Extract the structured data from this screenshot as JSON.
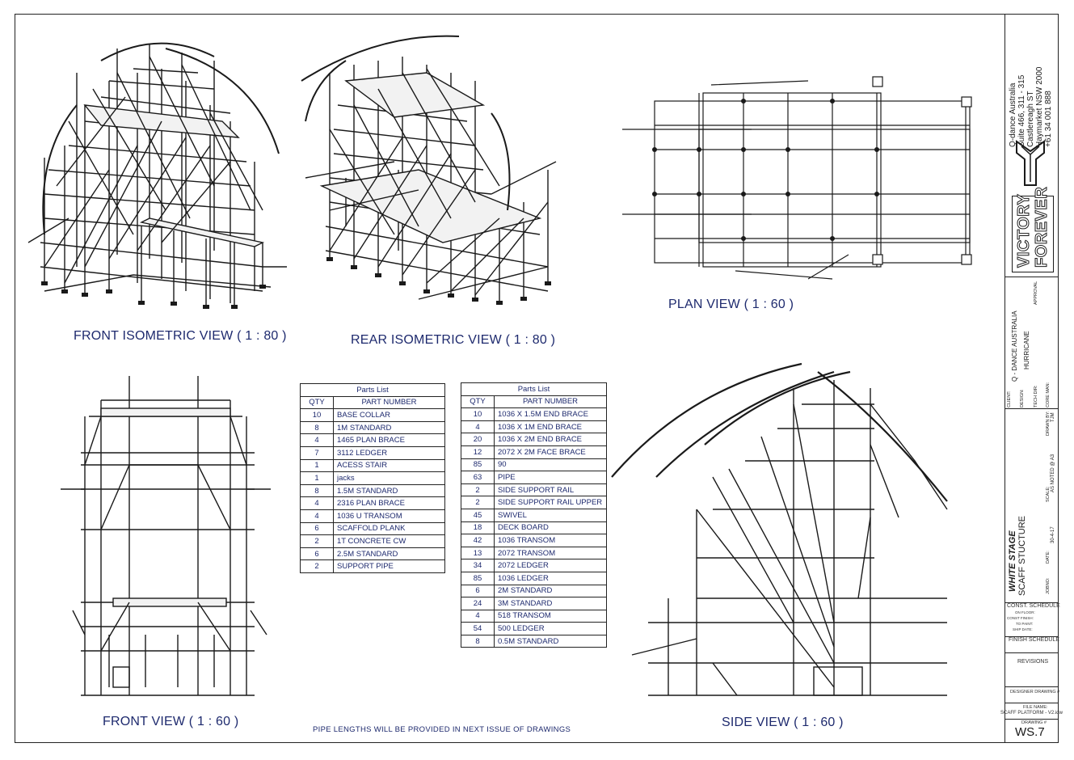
{
  "views": {
    "front_iso": "FRONT ISOMETRIC VIEW ( 1 : 80 )",
    "rear_iso": "REAR ISOMETRIC VIEW ( 1 : 80 )",
    "plan": "PLAN VIEW ( 1 : 60 )",
    "front": "FRONT VIEW ( 1 : 60 )",
    "side": "SIDE VIEW ( 1 : 60 )"
  },
  "note": "PIPE LENGTHS WILL BE PROVIDED IN NEXT ISSUE OF DRAWINGS",
  "parts_list_1": {
    "caption": "Parts List",
    "qty_header": "QTY",
    "part_header": "PART NUMBER",
    "rows": [
      {
        "qty": "10",
        "part": "BASE COLLAR"
      },
      {
        "qty": "8",
        "part": "1M STANDARD"
      },
      {
        "qty": "4",
        "part": "1465 PLAN BRACE"
      },
      {
        "qty": "7",
        "part": "3112 LEDGER"
      },
      {
        "qty": "1",
        "part": "ACESS STAIR"
      },
      {
        "qty": "1",
        "part": "jacks"
      },
      {
        "qty": "8",
        "part": "1.5M STANDARD"
      },
      {
        "qty": "4",
        "part": "2316 PLAN BRACE"
      },
      {
        "qty": "4",
        "part": "1036 U TRANSOM"
      },
      {
        "qty": "6",
        "part": "SCAFFOLD PLANK"
      },
      {
        "qty": "2",
        "part": "1T CONCRETE CW"
      },
      {
        "qty": "6",
        "part": "2.5M STANDARD"
      },
      {
        "qty": "2",
        "part": "SUPPORT PIPE"
      }
    ]
  },
  "parts_list_2": {
    "caption": "Parts List",
    "qty_header": "QTY",
    "part_header": "PART NUMBER",
    "rows": [
      {
        "qty": "10",
        "part": "1036 X 1.5M END BRACE"
      },
      {
        "qty": "4",
        "part": "1036 X 1M END BRACE"
      },
      {
        "qty": "20",
        "part": "1036 X 2M END BRACE"
      },
      {
        "qty": "12",
        "part": "2072 X 2M FACE BRACE"
      },
      {
        "qty": "85",
        "part": "90"
      },
      {
        "qty": "63",
        "part": "PIPE"
      },
      {
        "qty": "2",
        "part": "SIDE SUPPORT RAIL"
      },
      {
        "qty": "2",
        "part": "SIDE SUPPORT RAIL UPPER"
      },
      {
        "qty": "45",
        "part": "SWIVEL"
      },
      {
        "qty": "18",
        "part": "DECK BOARD"
      },
      {
        "qty": "42",
        "part": "1036 TRANSOM"
      },
      {
        "qty": "13",
        "part": "2072 TRANSOM"
      },
      {
        "qty": "34",
        "part": "2072 LEDGER"
      },
      {
        "qty": "85",
        "part": "1036 LEDGER"
      },
      {
        "qty": "6",
        "part": "2M STANDARD"
      },
      {
        "qty": "24",
        "part": "3M STANDARD"
      },
      {
        "qty": "4",
        "part": "518 TRANSOM"
      },
      {
        "qty": "54",
        "part": "500 LEDGER"
      },
      {
        "qty": "8",
        "part": "0.5M STANDARD"
      }
    ]
  },
  "title_block": {
    "company_lines": [
      "Q-dance Australia",
      "Suite 466, 311 - 315",
      "Castlereagh ST",
      "Haymarket NSW 2000",
      "+61 34 001 888"
    ],
    "logo_text_1": "VICTORY",
    "logo_text_2": "FOREVER",
    "client_label": "CLIENT:",
    "client": "Q - DANCE AUSTRALIA",
    "design_label": "DESIGN:",
    "design": "HURRICANE",
    "approval_label": "APPROVAL",
    "tech_dir_label": "TECH DIR:",
    "core_man_label": "CORE MAN:",
    "drawn_by_label": "DRAWN BY:",
    "drawn_by": "TJM",
    "scale_label": "SCALE:",
    "scale": "AS NOTED @ A3",
    "date_label": "DATE:",
    "date": "30-4-17",
    "jobno_label": "JOBNO:",
    "project": "WHITE STAGE",
    "subject": "SCAFF STUCTURE",
    "const_schedule": "CONST. SCHEDULE",
    "on_floor": "ON FLOOR:",
    "const_finish": "CONST FINISH:",
    "to_paint": "TO PAINT:",
    "ship_date": "SHIP DATE:",
    "finish_schedule": "FINISH SCHEDULE",
    "revisions": "REVISIONS",
    "designer_drawing": "DESIGNER DRAWING #",
    "file_name_label": "FILE NAME:",
    "file_name": "SCAFF PLATFORM - V2.idw",
    "drawing_label": "DRAWING #",
    "drawing_no": "WS.7"
  }
}
